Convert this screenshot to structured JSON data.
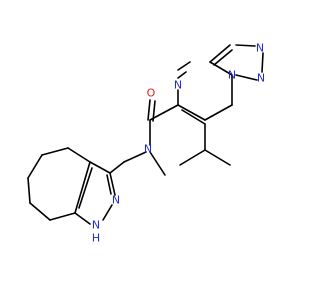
{
  "molecule": {
    "atoms": {
      "O": "O",
      "N_amide": "N",
      "N_pyrimidine": "N",
      "N_bridge": "N",
      "N_triazole_right": "N",
      "N_triazole_bottom": "N",
      "N_pyrazole": "N",
      "NH_pyrazole": "N",
      "H_pyrazole": "H"
    },
    "colors": {
      "carbon_bond": "#000000",
      "nitrogen": "#1f2bd6",
      "oxygen": "#e0201b",
      "background": "#ffffff"
    }
  }
}
